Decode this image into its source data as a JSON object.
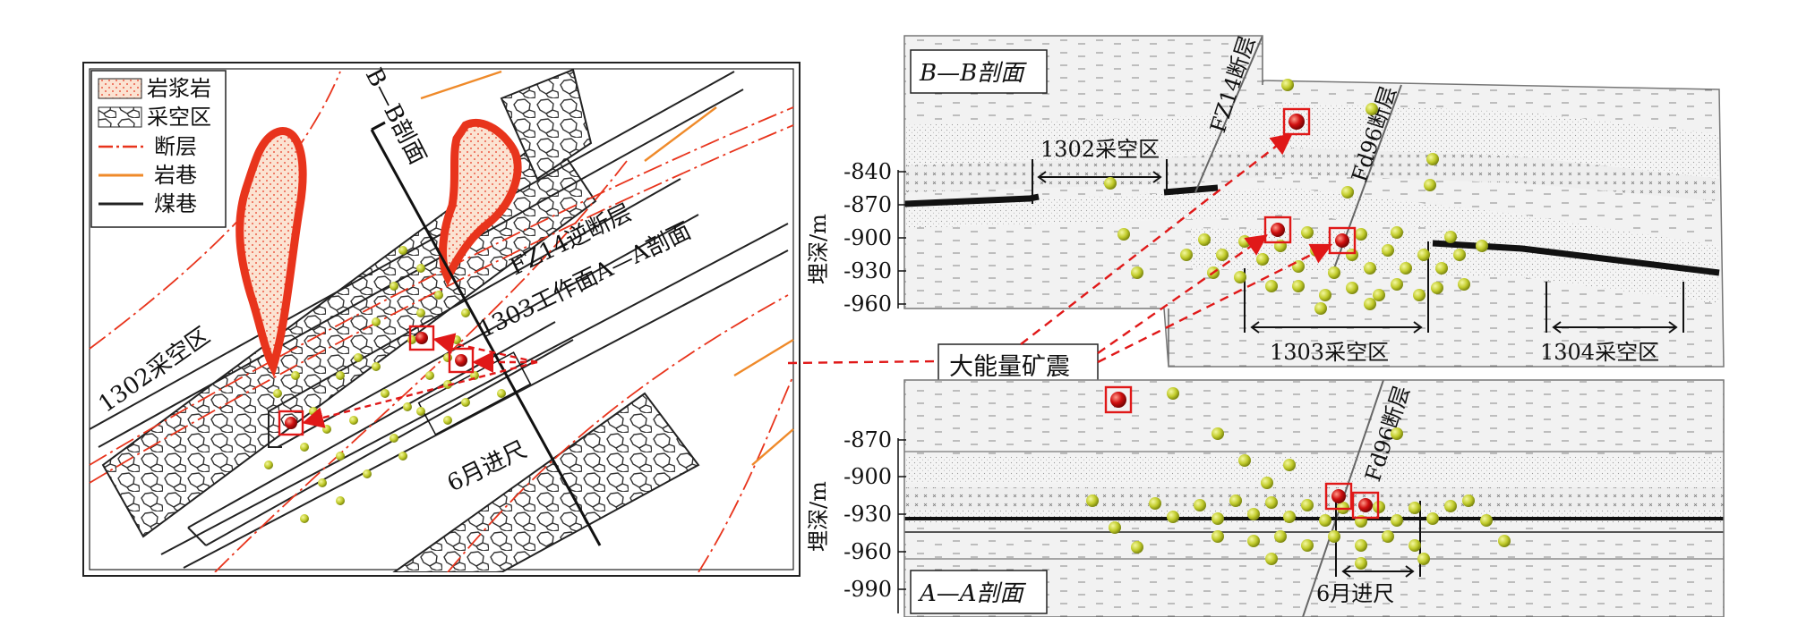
{
  "plan_view": {
    "legend": [
      {
        "label": "岩浆岩",
        "icon": "magmatic-rock-swatch"
      },
      {
        "label": "采空区",
        "icon": "goaf-swatch"
      },
      {
        "label": "断层",
        "icon": "fault-line-swatch",
        "color": "#e8341c"
      },
      {
        "label": "岩巷",
        "icon": "rock-roadway-swatch",
        "color": "#ef8a2a"
      },
      {
        "label": "煤巷",
        "icon": "coal-roadway-swatch",
        "color": "#222222"
      }
    ],
    "section_bb": "B—B剖面",
    "fault_fz14": "FZ14逆断层",
    "face_section": "1303工作面A—A剖面",
    "goaf_1302": "1302采空区",
    "advance": "6月进尺"
  },
  "section_bb": {
    "title": "B—B剖面",
    "ylabel": "埋深/m",
    "yticks": [
      "-840",
      "-870",
      "-900",
      "-930",
      "-960"
    ],
    "fault_fz14": "FZ14断层",
    "fault_fd96": "Fd96断层",
    "goaf_1302": "1302采空区",
    "goaf_1303": "1303采空区",
    "goaf_1304": "1304采空区"
  },
  "callout": "大能量矿震",
  "section_aa": {
    "title": "A—A剖面",
    "ylabel": "埋深/m",
    "yticks": [
      "-870",
      "-900",
      "-930",
      "-960",
      "-990"
    ],
    "fault_fd96": "Fd96断层",
    "advance": "6月进尺"
  },
  "colors": {
    "fault": "#e8341c",
    "rock_roadway": "#ef8a2a",
    "coal_roadway": "#222222",
    "event": "#b8c424",
    "major_event": "#c8101c",
    "arrow": "#e01818"
  }
}
